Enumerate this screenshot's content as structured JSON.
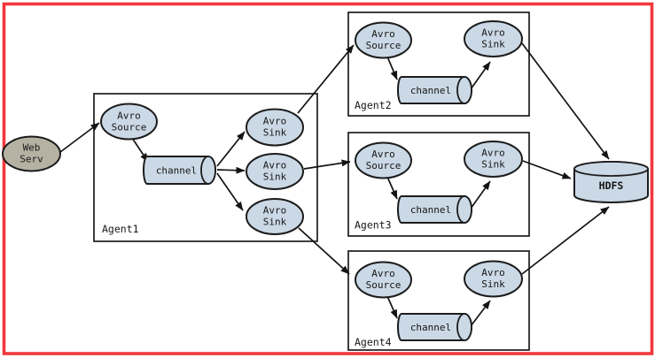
{
  "labels": {
    "avro": "Avro",
    "source": "Source",
    "sink": "Sink",
    "channel": "channel",
    "web_line1": "Web",
    "web_line2": "Serv",
    "hdfs": "HDFS"
  },
  "agents": [
    {
      "name": "Agent1",
      "components": [
        "Avro Source",
        "channel",
        "Avro Sink",
        "Avro Sink",
        "Avro Sink"
      ]
    },
    {
      "name": "Agent2",
      "components": [
        "Avro Source",
        "channel",
        "Avro Sink"
      ]
    },
    {
      "name": "Agent3",
      "components": [
        "Avro Source",
        "channel",
        "Avro Sink"
      ]
    },
    {
      "name": "Agent4",
      "components": [
        "Avro Source",
        "channel",
        "Avro Sink"
      ]
    }
  ],
  "connections": [
    {
      "from": "Web Serv",
      "to": "Agent1 Avro Source"
    },
    {
      "from": "Agent1 Avro Source",
      "to": "Agent1 channel"
    },
    {
      "from": "Agent1 channel",
      "to": "Agent1 Avro Sink 1"
    },
    {
      "from": "Agent1 channel",
      "to": "Agent1 Avro Sink 2"
    },
    {
      "from": "Agent1 channel",
      "to": "Agent1 Avro Sink 3"
    },
    {
      "from": "Agent1 Avro Sink 1",
      "to": "Agent2 Avro Source"
    },
    {
      "from": "Agent1 Avro Sink 2",
      "to": "Agent3 Avro Source"
    },
    {
      "from": "Agent1 Avro Sink 3",
      "to": "Agent4 Avro Source"
    },
    {
      "from": "Agent2 Avro Source",
      "to": "Agent2 channel"
    },
    {
      "from": "Agent2 channel",
      "to": "Agent2 Avro Sink"
    },
    {
      "from": "Agent2 Avro Sink",
      "to": "HDFS"
    },
    {
      "from": "Agent3 Avro Source",
      "to": "Agent3 channel"
    },
    {
      "from": "Agent3 channel",
      "to": "Agent3 Avro Sink"
    },
    {
      "from": "Agent3 Avro Sink",
      "to": "HDFS"
    },
    {
      "from": "Agent4 Avro Source",
      "to": "Agent4 channel"
    },
    {
      "from": "Agent4 channel",
      "to": "Agent4 Avro Sink"
    },
    {
      "from": "Agent4 Avro Sink",
      "to": "HDFS"
    }
  ],
  "colors": {
    "frame_border": "#f2383c",
    "node_fill": "#cbd9e6",
    "node_stroke": "#1c1c1c",
    "web_server_fill": "#b6b2a3",
    "background": "#ffffff"
  }
}
